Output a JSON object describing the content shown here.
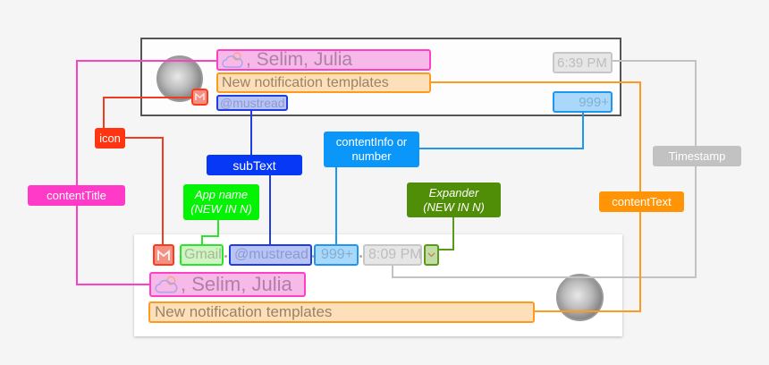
{
  "top_notification": {
    "title": ", Selim, Julia",
    "text": "New notification templates",
    "subtext": "@mustread",
    "timestamp": "6:39 PM",
    "info": "999+"
  },
  "bottom_notification": {
    "app_name": "Gmail",
    "subtext": "@mustread",
    "info": "999+",
    "timestamp": "8:09 PM",
    "title": ", Selim, Julia",
    "text": "New notification templates"
  },
  "labels": {
    "icon": "icon",
    "subtext": "subText",
    "content_info_line1": "contentInfo or",
    "content_info_line2": "number",
    "timestamp": "Timestamp",
    "content_title": "contentTitle",
    "app_name_line1": "App name",
    "app_name_line2": "(NEW IN N)",
    "expander_line1": "Expander",
    "expander_line2": "(NEW IN N)",
    "content_text": "contentText"
  },
  "icons": {
    "title_icon": "weather-cloud-sun-icon",
    "app_icon": "gmail-icon",
    "expander_icon": "chevron-down-icon"
  },
  "colors": {
    "icon": "#ff3a1a",
    "subtext": "#1f3de0",
    "content_info": "#1f96ef",
    "timestamp": "#c2c2c2",
    "content_title": "#ff3fc5",
    "app_name": "#2be52b",
    "expander": "#5a9a1a",
    "content_text": "#ff9a1f"
  }
}
